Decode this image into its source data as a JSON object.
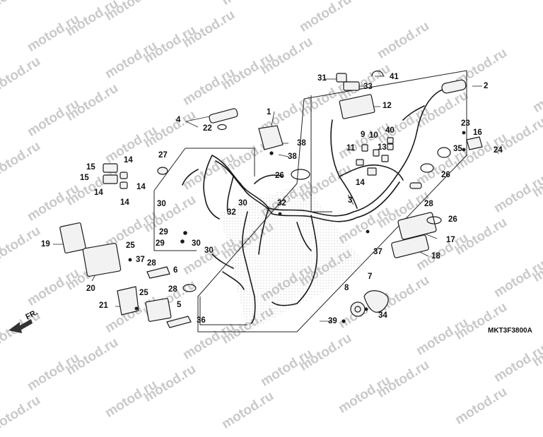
{
  "diagram": {
    "code": "MKT3F3800A",
    "direction_label": "FR.",
    "watermark": "motod.ru",
    "callouts": [
      "1",
      "2",
      "3",
      "4",
      "5",
      "6",
      "7",
      "8",
      "9",
      "10",
      "11",
      "12",
      "13",
      "14",
      "15",
      "16",
      "17",
      "18",
      "19",
      "20",
      "21",
      "22",
      "23",
      "24",
      "25",
      "26",
      "27",
      "28",
      "29",
      "30",
      "31",
      "32",
      "33",
      "34",
      "35",
      "36",
      "37",
      "38",
      "39",
      "40",
      "41"
    ]
  }
}
